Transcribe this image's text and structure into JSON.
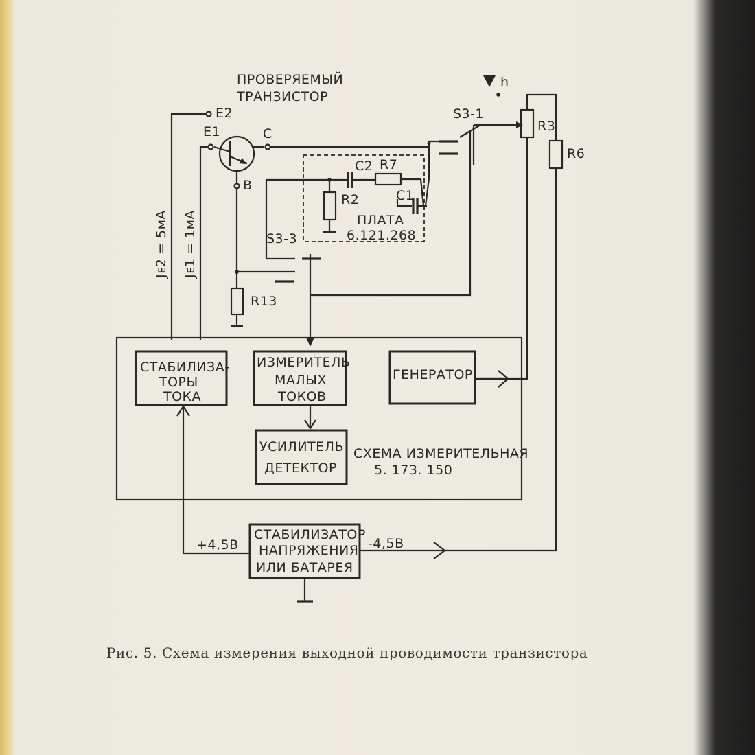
{
  "diagram": {
    "title_line1": "ПРОВЕРЯЕМЫЙ",
    "title_line2": "ТРАНЗИСТОР",
    "terminals": {
      "e2": "E2",
      "e1": "E1",
      "c": "C",
      "b": "B",
      "h": "h"
    },
    "components": {
      "r2": "R2",
      "r3": "R3",
      "r6": "R6",
      "r7": "R7",
      "r13": "R13",
      "c1": "C1",
      "c2": "C2",
      "s3_1": "S3-1",
      "s3_3": "S3-3"
    },
    "board_line1": "ПЛАТА",
    "board_line2": "6.121.268",
    "current_e2": "Jᴇ2 = 5мА",
    "current_e1": "Jᴇ1 = 1мА",
    "blocks": {
      "stabilizers": [
        "СТАБИЛИЗА-",
        "ТОРЫ",
        "ТОКА"
      ],
      "meter": [
        "ИЗМЕРИТЕЛЬ",
        "МАЛЫХ",
        "ТОКОВ"
      ],
      "generator": [
        "ГЕНЕРАТОР"
      ],
      "amplifier": [
        "УСИЛИТЕЛЬ",
        "ДЕТЕКТОР"
      ],
      "power": [
        "СТАБИЛИЗАТОР",
        "НАПРЯЖЕНИЯ",
        "ИЛИ БАТАРЕЯ"
      ]
    },
    "scheme_line1": "СХЕМА ИЗМЕРИТЕЛЬНАЯ",
    "scheme_line2": "5. 173. 150",
    "voltage_plus": "+4,5В",
    "voltage_minus": "-4,5В"
  },
  "caption": "Рис. 5. Схема измерения выходной проводимости транзистора",
  "colors": {
    "ink": "#2a2826",
    "paper": "#eeebe3"
  }
}
